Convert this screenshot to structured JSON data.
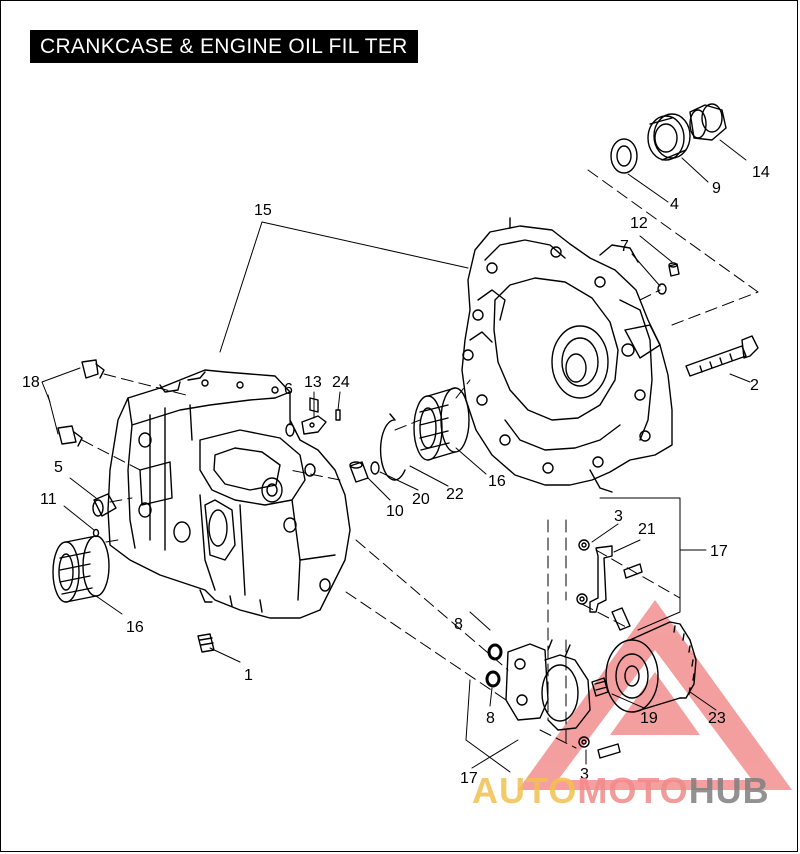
{
  "title": "CRANKCASE & ENGINE OIL FIL TER",
  "callouts": {
    "c1": "1",
    "c2": "2",
    "c3a": "3",
    "c3b": "3",
    "c4": "4",
    "c5": "5",
    "c6": "6",
    "c7": "7",
    "c8a": "8",
    "c8b": "8",
    "c9": "9",
    "c10": "10",
    "c11": "11",
    "c12": "12",
    "c13": "13",
    "c14": "14",
    "c15": "15",
    "c16a": "16",
    "c16b": "16",
    "c17a": "17",
    "c17b": "17",
    "c18": "18",
    "c19": "19",
    "c20": "20",
    "c21": "21",
    "c22": "22",
    "c23": "23",
    "c24": "24"
  },
  "watermark": {
    "auto": "AUTO",
    "moto": "MOTO",
    "hub": "HUB",
    "colors": {
      "auto": "#f2c14e",
      "moto": "#f08a8a",
      "hub": "#7f7f7f",
      "triangle": "#f08080"
    }
  }
}
